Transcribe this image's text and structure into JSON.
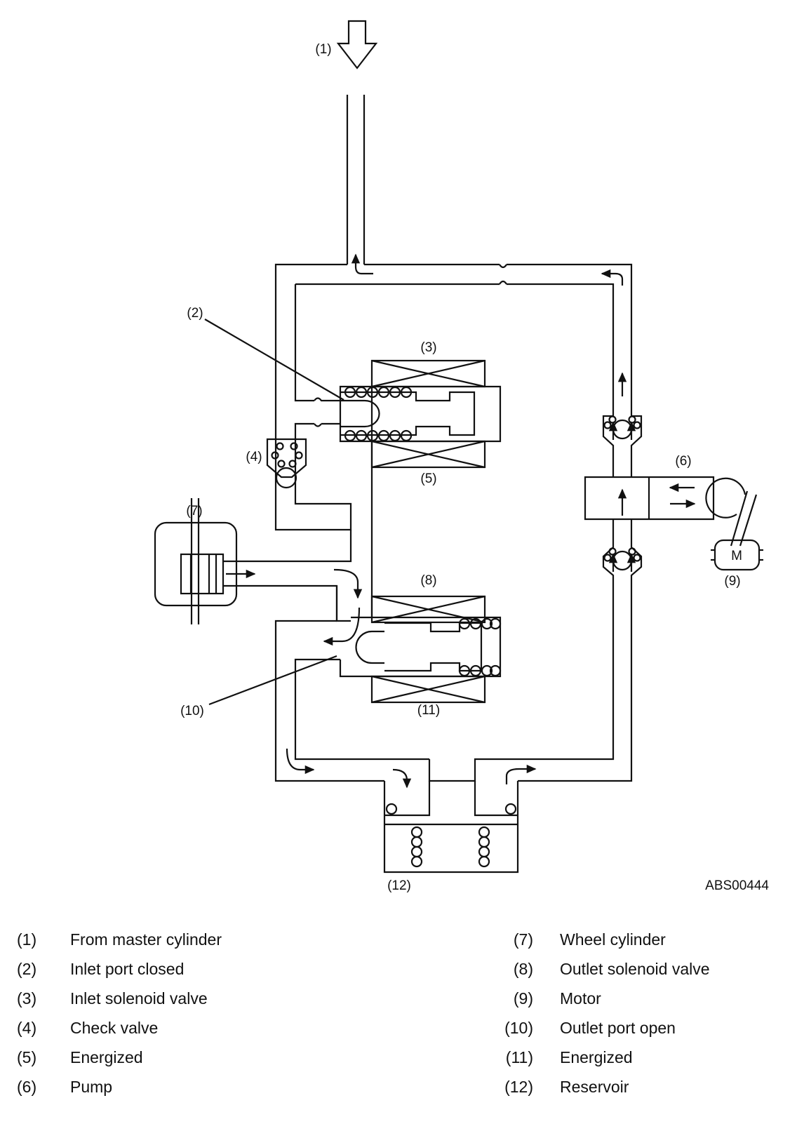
{
  "diagram": {
    "callouts": {
      "c1": "(1)",
      "c2": "(2)",
      "c3": "(3)",
      "c4": "(4)",
      "c5": "(5)",
      "c6": "(6)",
      "c7": "(7)",
      "c8": "(8)",
      "c9": "(9)",
      "c10": "(10)",
      "c11": "(11)",
      "c12": "(12)"
    },
    "motor_symbol": "M",
    "figure_code": "ABS00444"
  },
  "legend": {
    "left": [
      {
        "num": "(1)",
        "text": "From master cylinder"
      },
      {
        "num": "(2)",
        "text": "Inlet port closed"
      },
      {
        "num": "(3)",
        "text": "Inlet solenoid valve"
      },
      {
        "num": "(4)",
        "text": "Check valve"
      },
      {
        "num": "(5)",
        "text": "Energized"
      },
      {
        "num": "(6)",
        "text": "Pump"
      }
    ],
    "right": [
      {
        "num": "(7)",
        "text": "Wheel cylinder"
      },
      {
        "num": "(8)",
        "text": "Outlet solenoid valve"
      },
      {
        "num": "(9)",
        "text": "Motor"
      },
      {
        "num": "(10)",
        "text": "Outlet port open"
      },
      {
        "num": "(11)",
        "text": "Energized"
      },
      {
        "num": "(12)",
        "text": "Reservoir"
      }
    ]
  }
}
